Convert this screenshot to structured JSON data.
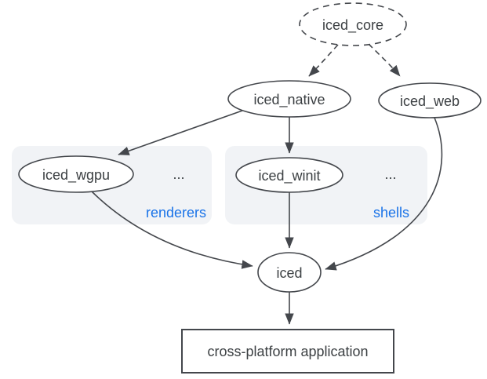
{
  "diagram": {
    "colors": {
      "stroke": "#44474c",
      "text": "#3c4043",
      "accent_blue": "#1a73e8",
      "group_fill": "#f1f3f6",
      "node_fill": "#ffffff",
      "bg": "#ffffff"
    },
    "nodes": {
      "iced_core": {
        "label": "iced_core",
        "shape": "ellipse-dashed"
      },
      "iced_native": {
        "label": "iced_native",
        "shape": "ellipse"
      },
      "iced_web": {
        "label": "iced_web",
        "shape": "ellipse"
      },
      "iced_wgpu": {
        "label": "iced_wgpu",
        "shape": "ellipse"
      },
      "iced_winit": {
        "label": "iced_winit",
        "shape": "ellipse"
      },
      "iced": {
        "label": "iced",
        "shape": "ellipse"
      },
      "app": {
        "label": "cross-platform application",
        "shape": "rect"
      }
    },
    "groups": {
      "renderers": {
        "label": "renderers",
        "ellipsis": "..."
      },
      "shells": {
        "label": "shells",
        "ellipsis": "..."
      }
    },
    "edges": [
      {
        "from": "iced_core",
        "to": "iced_native",
        "style": "dashed"
      },
      {
        "from": "iced_core",
        "to": "iced_web",
        "style": "dashed"
      },
      {
        "from": "iced_native",
        "to": "iced_wgpu",
        "style": "solid"
      },
      {
        "from": "iced_native",
        "to": "iced_winit",
        "style": "solid"
      },
      {
        "from": "iced_wgpu",
        "to": "iced",
        "style": "solid"
      },
      {
        "from": "iced_winit",
        "to": "iced",
        "style": "solid"
      },
      {
        "from": "iced_web",
        "to": "iced",
        "style": "solid"
      },
      {
        "from": "iced",
        "to": "app",
        "style": "solid"
      }
    ]
  }
}
